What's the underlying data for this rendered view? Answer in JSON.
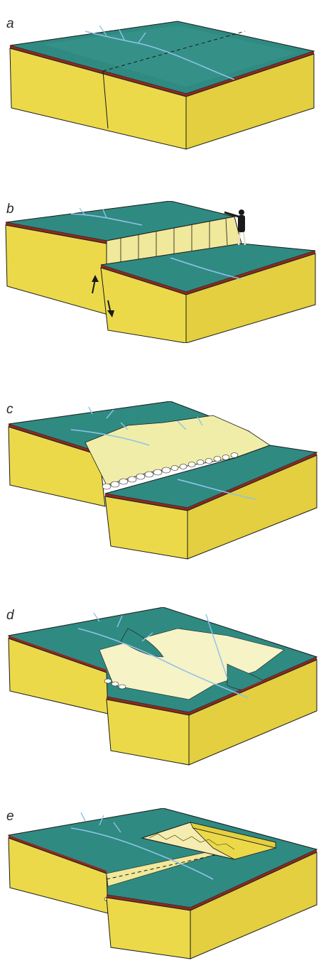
{
  "panels": [
    {
      "label": "a"
    },
    {
      "label": "b"
    },
    {
      "label": "c"
    },
    {
      "label": "d"
    },
    {
      "label": "e"
    }
  ],
  "colors": {
    "surface": "#2f8a82",
    "surface_light": "#4fa79b",
    "rock": "#ecd94a",
    "rock_dark": "#c9b630",
    "red_layer": "#8b2a22",
    "stream": "#8fc3e8",
    "sediment": "#f3f0b8",
    "outline": "#1a1a1a"
  }
}
